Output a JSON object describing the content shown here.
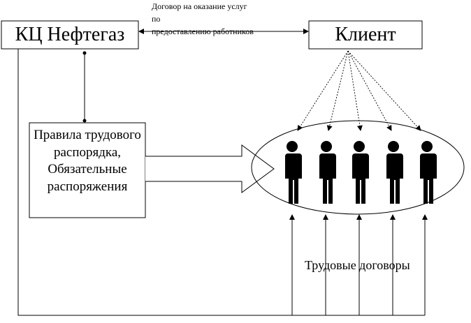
{
  "nodes": {
    "left_company": "КЦ Нефтегаз",
    "right_client": "Клиент",
    "rules_box": "Правила трудового распорядка, Обязательные распоряжения"
  },
  "edges": {
    "contract_label": "Договор на оказание услуг\nпо\nпредоставлению работников",
    "labor_label": "Трудовые договоры"
  },
  "workers": [
    "worker",
    "worker",
    "worker",
    "worker",
    "worker"
  ]
}
